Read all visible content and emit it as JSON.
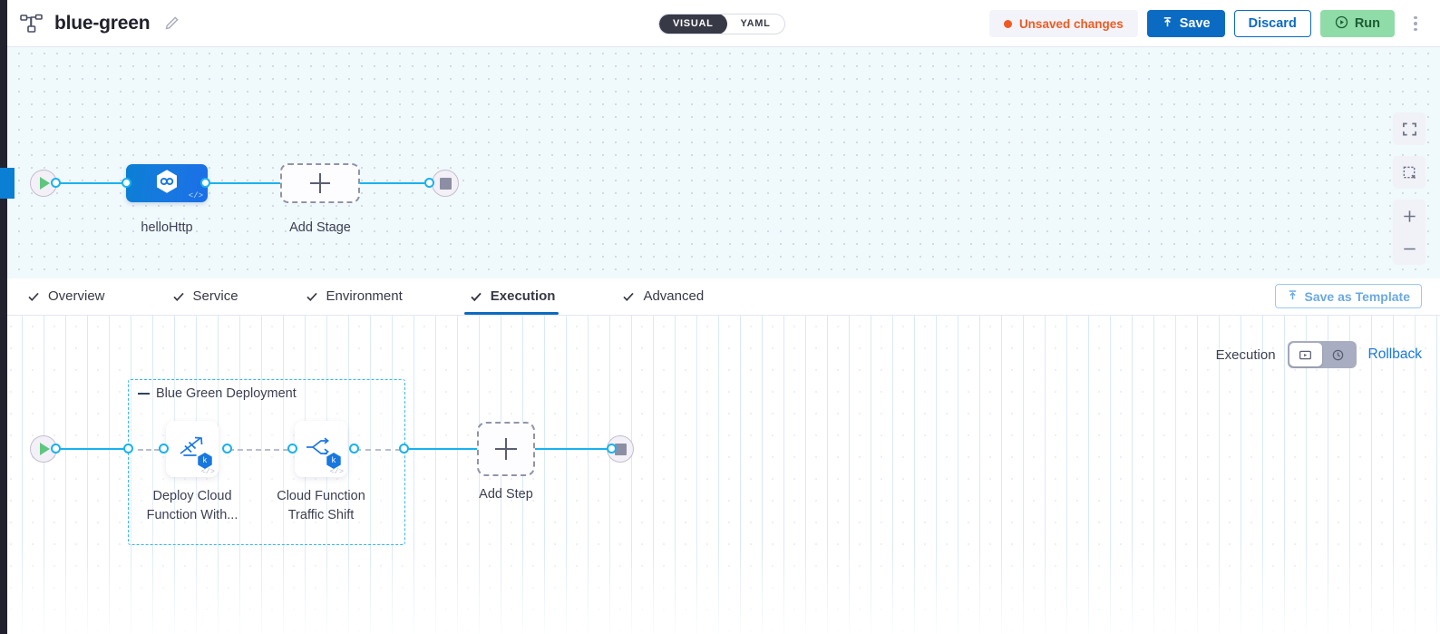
{
  "header": {
    "pipeline_icon": "pipeline-topology-icon",
    "title": "blue-green",
    "edit_icon": "pencil-icon",
    "mode_toggle": {
      "visual": "VISUAL",
      "yaml": "YAML",
      "selected": "VISUAL"
    },
    "unsaved_label": "Unsaved changes",
    "unsaved_color": "#f05a22",
    "save_label": "Save",
    "discard_label": "Discard",
    "run_label": "Run",
    "menu_icon": "kebab-menu-icon"
  },
  "stage_canvas": {
    "start_node": "start-node",
    "end_node": "end-node",
    "stage_name": "helloHttp",
    "stage_code_badge": "</>",
    "add_stage_label": "Add Stage",
    "controls": {
      "fit_screen": "fit-screen-icon",
      "select_area": "select-area-icon",
      "zoom_in": "zoom-in-icon",
      "zoom_out": "zoom-out-icon"
    }
  },
  "tabs": {
    "items": [
      {
        "label": "Overview",
        "checked": true,
        "active": false
      },
      {
        "label": "Service",
        "checked": true,
        "active": false
      },
      {
        "label": "Environment",
        "checked": true,
        "active": false
      },
      {
        "label": "Execution",
        "checked": true,
        "active": true
      },
      {
        "label": "Advanced",
        "checked": true,
        "active": false
      }
    ],
    "save_template_label": "Save as Template",
    "active_color": "#0b6bc3"
  },
  "execution": {
    "toolbar": {
      "label": "Execution",
      "segment_execution_icon": "execution-view-icon",
      "segment_rollback_icon": "rollback-view-icon",
      "selected_segment": "execution",
      "rollback_label": "Rollback"
    },
    "group": {
      "title": "Blue Green Deployment",
      "steps": [
        {
          "name": "Deploy Cloud Function With...",
          "icon": "deploy-rocket-icon",
          "badge": "k",
          "code_badge": "</>"
        },
        {
          "name": "Cloud Function Traffic Shift",
          "icon": "traffic-split-icon",
          "badge": "k",
          "code_badge": "</>"
        }
      ]
    },
    "add_step_label": "Add Step",
    "start_node": "start-node",
    "end_node": "end-node"
  }
}
